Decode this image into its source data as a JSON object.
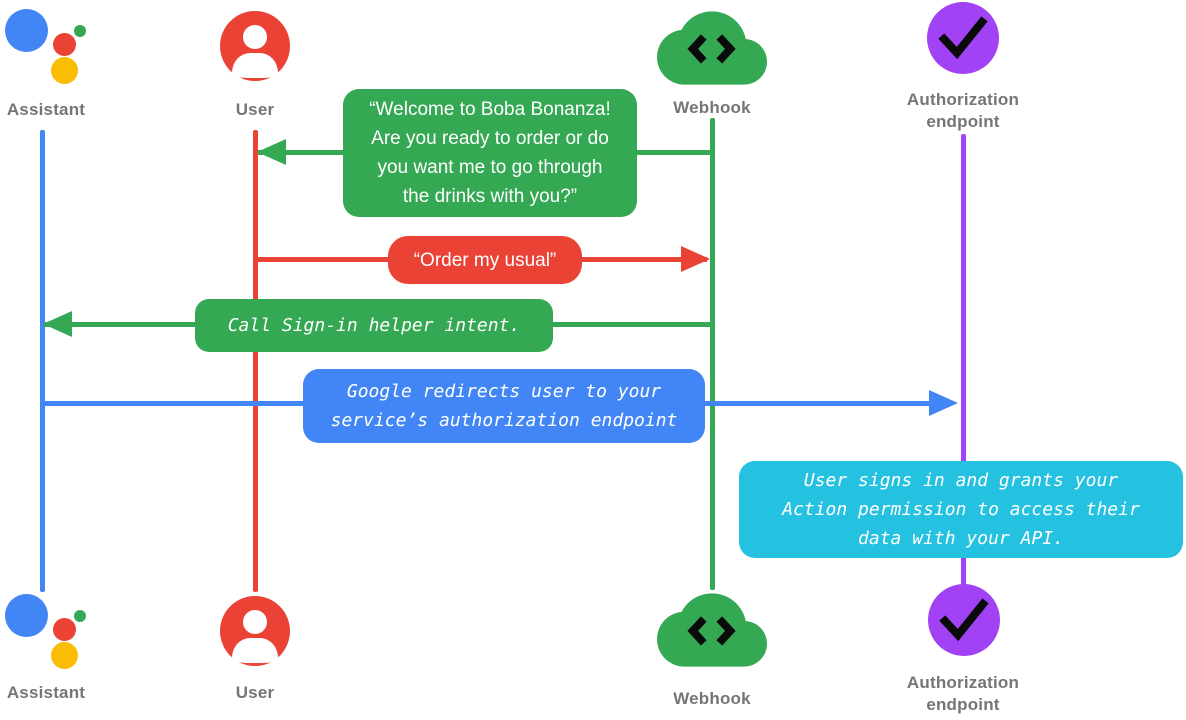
{
  "colors": {
    "blue": "#4285F4",
    "red": "#EA4335",
    "green": "#34A853",
    "yellow": "#FBBC04",
    "purple": "#A142F4",
    "cyan": "#24C1E0",
    "label_gray": "#757575",
    "glyph_black": "#0A0A0A",
    "text_white": "#FFFFFF"
  },
  "icons": {
    "assistant": "google-assistant-logo",
    "user": "account-circle",
    "webhook": "cloud-code",
    "auth": "check-circle"
  },
  "actors": {
    "assistant": {
      "label": "Assistant"
    },
    "user": {
      "label": "User"
    },
    "webhook": {
      "label": "Webhook"
    },
    "auth": {
      "label_line1": "Authorization",
      "label_line2": "endpoint"
    }
  },
  "messages": {
    "welcome": {
      "from": "webhook",
      "to": "user",
      "style": "speech",
      "lines": [
        "“Welcome to Boba Bonanza!",
        "Are you ready to order or do",
        "you want me to go through",
        "the drinks with you?”"
      ]
    },
    "order": {
      "from": "user",
      "to": "webhook",
      "style": "speech",
      "text": "“Order my usual”"
    },
    "signin": {
      "from": "webhook",
      "to": "assistant",
      "style": "code",
      "text": "Call Sign-in helper intent."
    },
    "redirect": {
      "from": "assistant",
      "to": "auth",
      "style": "code",
      "lines": [
        "Google redirects user to your",
        "service’s authorization endpoint"
      ]
    },
    "note": {
      "at": "auth",
      "style": "code",
      "lines": [
        "User signs in and grants your",
        "Action permission to access their",
        "data with your API."
      ]
    }
  }
}
